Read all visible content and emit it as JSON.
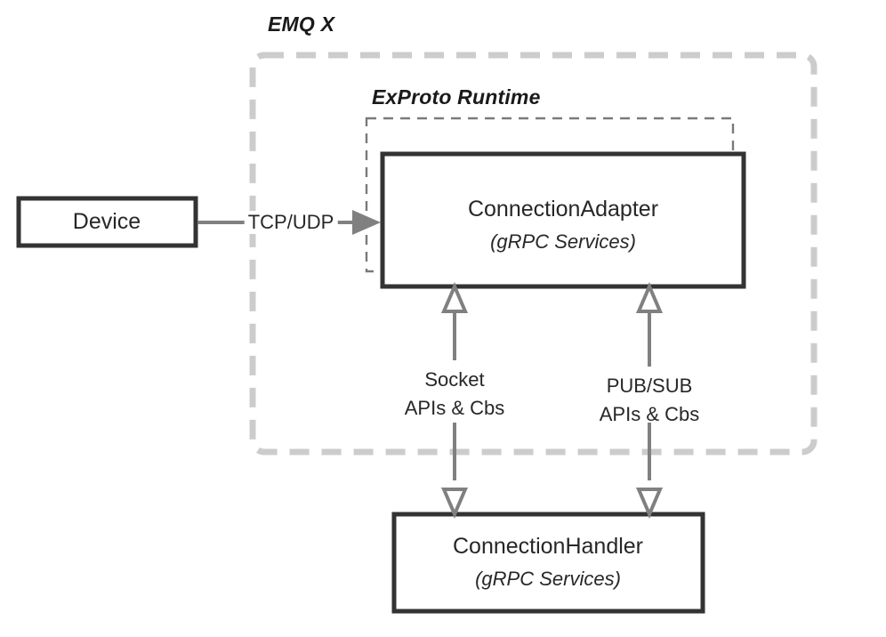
{
  "diagram": {
    "title_visible": false,
    "background_color": "#ffffff",
    "groups": [
      {
        "id": "emqx",
        "label": "EMQ X",
        "border_style": "dashed",
        "border_color": "#cccccc",
        "corner_radius": 12
      },
      {
        "id": "exproto",
        "label": "ExProto Runtime",
        "border_style": "dashed",
        "border_color": "#808080",
        "corner_radius": 0
      }
    ],
    "nodes": [
      {
        "id": "device",
        "label": "Device",
        "border_color": "#333333",
        "fill": "#ffffff"
      },
      {
        "id": "connection-adapter",
        "label": "ConnectionAdapter",
        "sublabel": "(gRPC Services)",
        "border_color": "#333333",
        "fill": "#ffffff"
      },
      {
        "id": "connection-handler",
        "label": "ConnectionHandler",
        "sublabel": "(gRPC Services)",
        "border_color": "#333333",
        "fill": "#ffffff"
      }
    ],
    "edges": [
      {
        "id": "device-to-adapter",
        "label": "TCP/UDP",
        "from": "device",
        "to": "connection-adapter",
        "arrow": "filled",
        "color": "#808080"
      },
      {
        "id": "socket-apis",
        "label_line1": "Socket",
        "label_line2": "APIs & Cbs",
        "from": "connection-handler",
        "to": "connection-adapter",
        "arrow": "hollow-both",
        "color": "#808080"
      },
      {
        "id": "pubsub-apis",
        "label_line1": "PUB/SUB",
        "label_line2": "APIs & Cbs",
        "from": "connection-handler",
        "to": "connection-adapter",
        "arrow": "hollow-both",
        "color": "#808080"
      }
    ]
  }
}
